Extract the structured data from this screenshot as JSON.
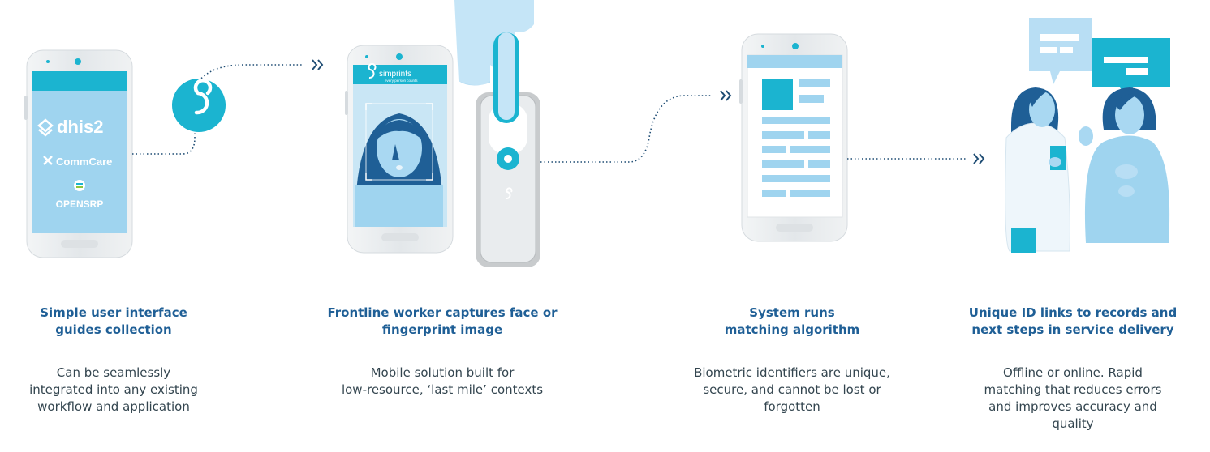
{
  "apps": {
    "dhis2": "dhis2",
    "commcare": "CommCare",
    "opensrp": "OPENSRP"
  },
  "simprints": {
    "brand": "simprints",
    "tagline": "every person counts"
  },
  "colors": {
    "teal": "#1bb4d0",
    "light_blue": "#9fd4ef",
    "navy": "#1f5f96",
    "phone_gray": "#e9ecee"
  },
  "steps": [
    {
      "heading_lines": [
        "Simple user interface",
        "guides collection"
      ],
      "body_lines": [
        "Can be seamlessly",
        "integrated into any existing",
        "workflow and application"
      ]
    },
    {
      "heading_lines": [
        "Frontline worker captures face or",
        "fingerprint image"
      ],
      "body_lines": [
        "Mobile solution built for",
        "low-resource, ‘last mile’ contexts"
      ]
    },
    {
      "heading_lines": [
        "System runs",
        "matching algorithm"
      ],
      "body_lines": [
        "Biometric identifiers are unique,",
        "secure, and cannot be lost or",
        "forgotten"
      ]
    },
    {
      "heading_lines": [
        "Unique ID links to records and",
        "next steps in service delivery"
      ],
      "body_lines": [
        "Offline or online. Rapid",
        "matching that reduces errors",
        "and improves accuracy and",
        "quality"
      ]
    }
  ]
}
